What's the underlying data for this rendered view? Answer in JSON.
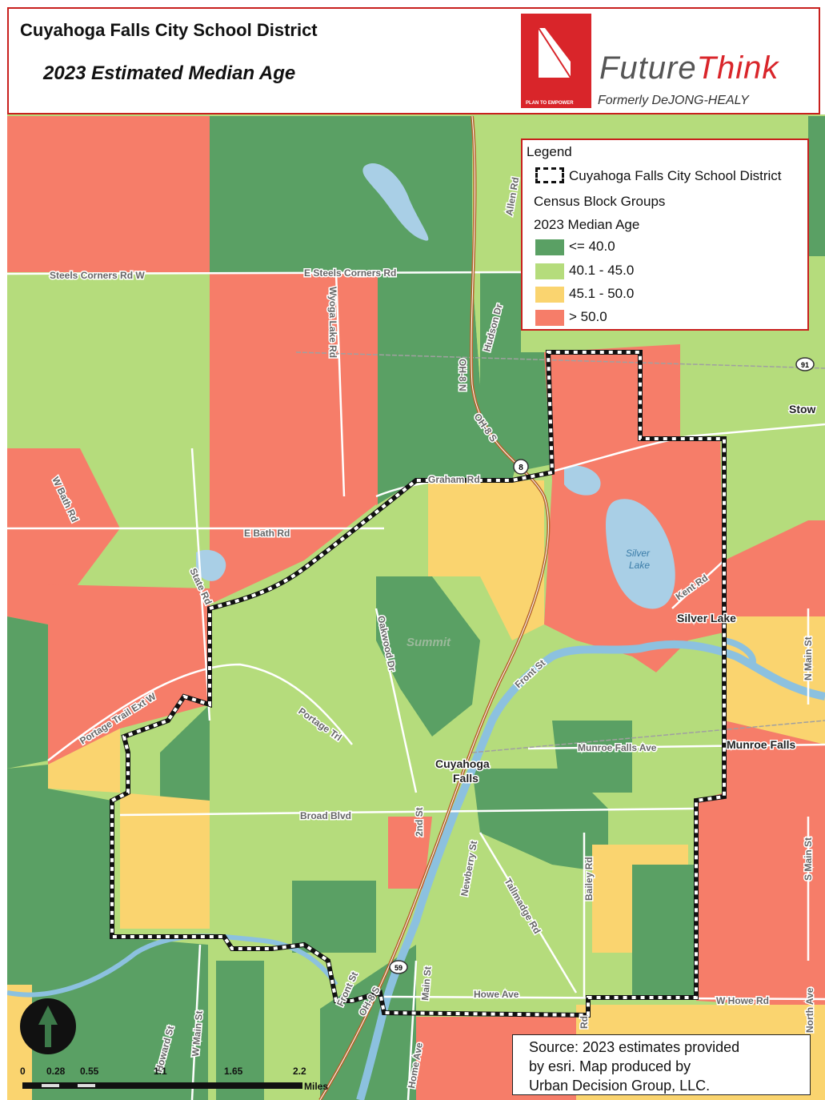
{
  "header": {
    "title": "Cuyahoga Falls City School District",
    "subtitle": "2023 Estimated Median Age"
  },
  "logo": {
    "word_part1": "Future",
    "word_part2": "Think",
    "formerly": "Formerly DeJONG-HEALY",
    "tagline": "PLAN TO EMPOWER"
  },
  "legend": {
    "title": "Legend",
    "district_label": "Cuyahoga Falls City School District",
    "layer_label": "Census Block Groups",
    "field_label": "2023 Median Age",
    "classes": [
      {
        "label": "<= 40.0",
        "color": "#5aa064"
      },
      {
        "label": "40.1 - 45.0",
        "color": "#b5dc7c"
      },
      {
        "label": "45.1 - 50.0",
        "color": "#fad46f"
      },
      {
        "label": "> 50.0",
        "color": "#f67d69"
      }
    ]
  },
  "map_labels": {
    "roads": {
      "steels_w": "Steels Corners Rd W",
      "steels_e": "E Steels Corners Rd",
      "wyoga": "Wyoga Lake Rd",
      "allen": "Allen Rd",
      "hudson": "Hudson Dr",
      "oh8": "OH-8 N",
      "oh8s": "OH-8 S",
      "w_bath": "W Bath Rd",
      "e_bath": "E Bath Rd",
      "graham": "Graham Rd",
      "state": "State Rd",
      "oakwood": "Oakwood Dr",
      "portage_trail_ext": "Portage Trail Ext W",
      "portage_trl": "Portage Trl",
      "front": "Front St",
      "front2": "Front St",
      "munroe_falls_ave": "Munroe Falls Ave",
      "broad": "Broad Blvd",
      "second": "2nd St",
      "newberry": "Newberry St",
      "tallmadge": "Tallmadge Rd",
      "bailey": "Bailey Rd",
      "howe_ave": "Howe Ave",
      "w_howe_rd": "W Howe Rd",
      "main": "Main St",
      "w_main": "W Main St",
      "home": "Home Ave",
      "oh8_south": "OH-8 S",
      "kent": "Kent Rd",
      "n_main": "N Main St",
      "s_main": "S Main St",
      "north_ave": "North Ave",
      "howard": "Howard St",
      "rd": "Rd"
    },
    "places": {
      "stow": "Stow",
      "silver_lake_place": "Silver Lake",
      "munroe_falls": "Munroe Falls",
      "cuyahoga_falls_1": "Cuyahoga",
      "cuyahoga_falls_2": "Falls",
      "summit": "Summit"
    },
    "water": {
      "silver_lake_1": "Silver",
      "silver_lake_2": "Lake"
    },
    "shields": {
      "s8": "8",
      "s59": "59",
      "s91": "91"
    }
  },
  "source": {
    "line1": "Source:  2023 estimates provided",
    "line2": "by esri. Map produced by",
    "line3": "Urban Decision Group, LLC."
  },
  "scale": {
    "ticks": [
      "0",
      "0.28",
      "0.55",
      "1.1",
      "1.65",
      "2.2"
    ],
    "unit": "Miles"
  },
  "colors": {
    "frame_red": "#c8201e",
    "logo_red": "#d9252a",
    "water": "#a9cfe6",
    "river": "#7eb5d6",
    "highway": "#b5652c"
  }
}
